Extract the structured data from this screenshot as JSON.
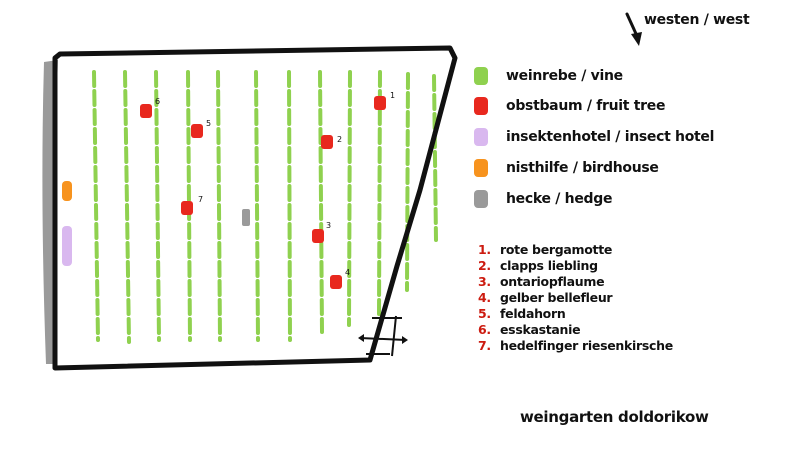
{
  "compass": {
    "label": "westen / west",
    "icon": "arrow-icon"
  },
  "legend": [
    {
      "key": "vine",
      "label": "weinrebe / vine",
      "color": "#8fd14f"
    },
    {
      "key": "tree",
      "label": "obstbaum / fruit tree",
      "color": "#e8281e"
    },
    {
      "key": "insect",
      "label": "insektenhotel / insect hotel",
      "color": "#d9b8ef"
    },
    {
      "key": "bird",
      "label": "nisthilfe / birdhouse",
      "color": "#f7931e"
    },
    {
      "key": "hedge",
      "label": "hecke / hedge",
      "color": "#9a9a9a"
    }
  ],
  "trees": [
    {
      "num": "1.",
      "name": "rote bergamotte"
    },
    {
      "num": "2.",
      "name": "clapps liebling"
    },
    {
      "num": "3.",
      "name": "ontariopflaume"
    },
    {
      "num": "4.",
      "name": "gelber bellefleur"
    },
    {
      "num": "5.",
      "name": "feldahorn"
    },
    {
      "num": "6.",
      "name": "esskastanie"
    },
    {
      "num": "7.",
      "name": "hedelfinger riesenkirsche"
    }
  ],
  "map_labels": [
    "1",
    "2",
    "3",
    "4",
    "5",
    "6",
    "7"
  ],
  "title": "weingarten doldorikow"
}
